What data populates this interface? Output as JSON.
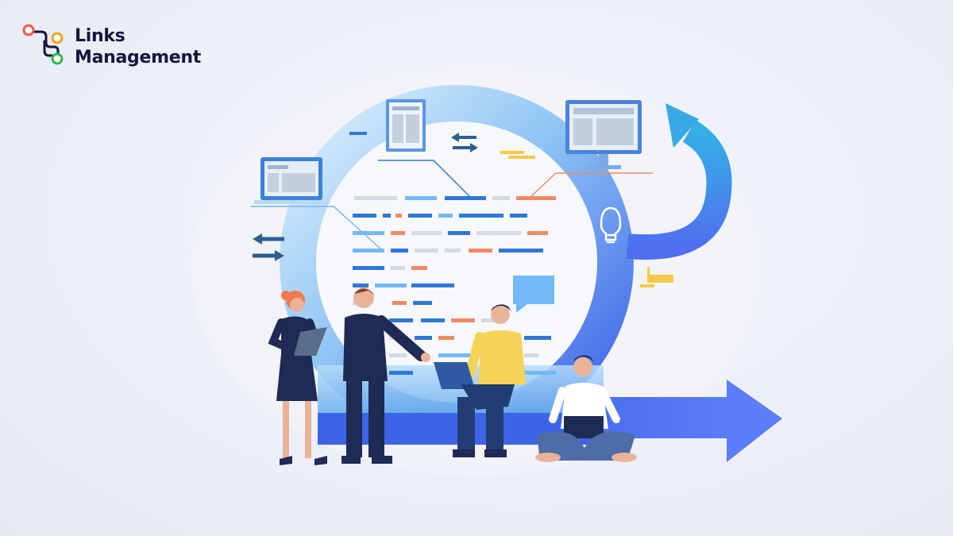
{
  "brand": {
    "line1": "Links",
    "line2": "Management",
    "colors": {
      "dark": "#15163f",
      "red": "#f15a4a",
      "orange": "#f7a21b",
      "green": "#2fb84e"
    }
  },
  "illustration": {
    "theme": "team-collaboration-workflow",
    "colors": {
      "ring": "#4f6ff0",
      "arrow_cyan": "#38a6e8",
      "code_blue": "#2f78d8",
      "code_light": "#74b8f5",
      "code_orange": "#f08a62",
      "code_gray": "#d5d9e2",
      "accent_yellow": "#f5c948"
    },
    "icons": [
      "laptop-icon",
      "document-icon",
      "monitor-icon",
      "swap-arrows-icon",
      "lightbulb-icon",
      "chat-bubble-icon",
      "curved-arrow-icon",
      "right-arrow-icon"
    ]
  }
}
